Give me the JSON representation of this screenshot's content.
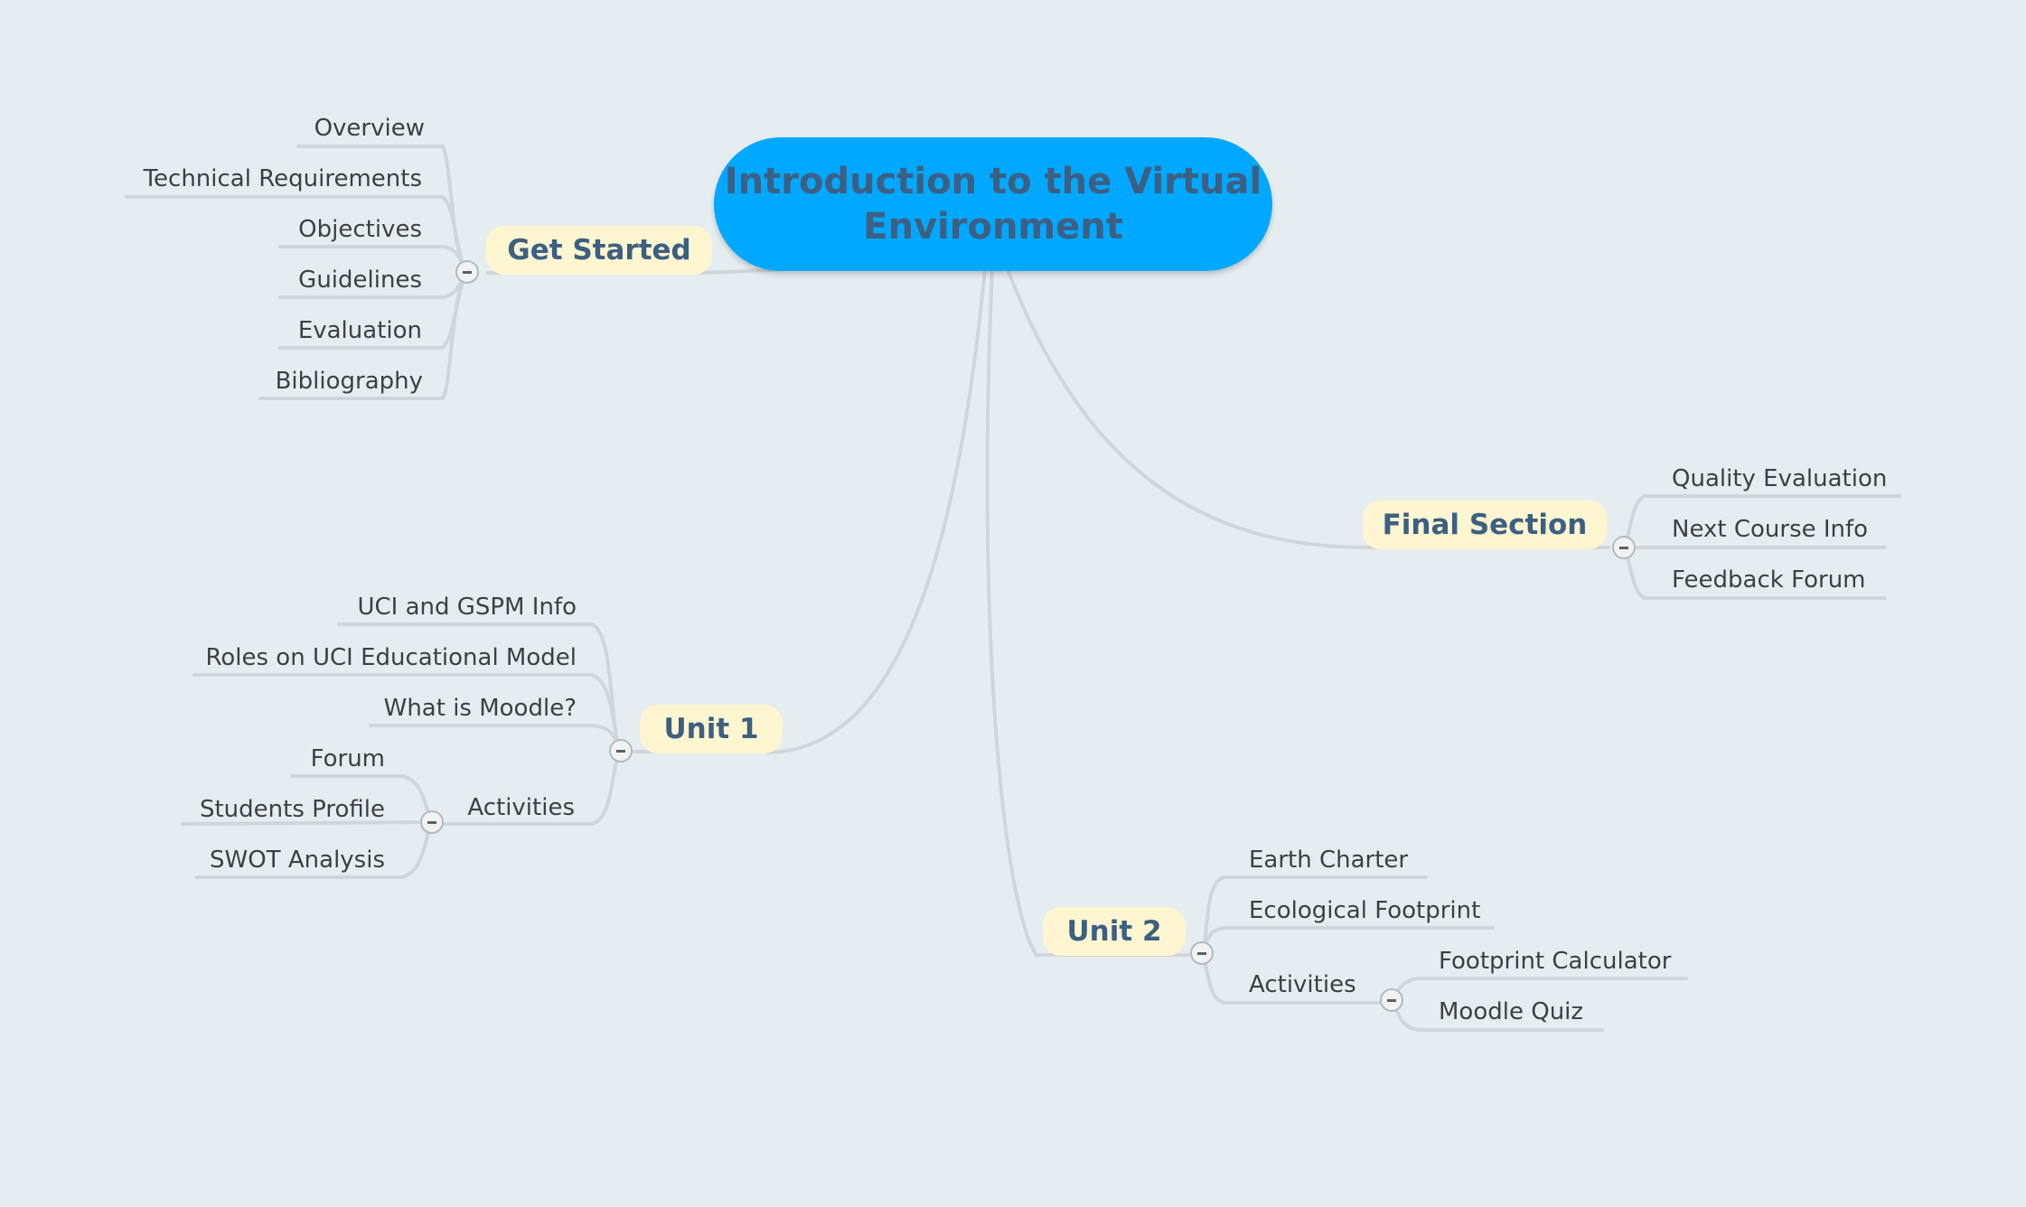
{
  "root": {
    "line1": "Introduction to the Virtual",
    "line2": "Environment"
  },
  "branches": {
    "get_started": {
      "label": "Get Started",
      "items": [
        "Overview",
        "Technical Requirements",
        "Objectives",
        "Guidelines",
        "Evaluation",
        "Bibliography"
      ]
    },
    "unit1": {
      "label": "Unit 1",
      "items": [
        "UCI and GSPM Info",
        "Roles on UCI Educational Model",
        "What is Moodle?",
        "Activities"
      ],
      "activities": [
        "Forum",
        "Students Profile",
        "SWOT Analysis"
      ]
    },
    "unit2": {
      "label": "Unit 2",
      "items": [
        "Earth Charter",
        "Ecological Footprint",
        "Activities"
      ],
      "activities": [
        "Footprint Calculator",
        "Moodle Quiz"
      ]
    },
    "final_section": {
      "label": "Final Section",
      "items": [
        "Quality Evaluation",
        "Next Course Info",
        "Feedback Forum"
      ]
    }
  },
  "colors": {
    "background": "#e6edf0",
    "root_fill": "#00a8ff",
    "branch_fill": "#fdf6d0",
    "text_dark": "#3d5f82",
    "connector": "#d0d5d8"
  }
}
